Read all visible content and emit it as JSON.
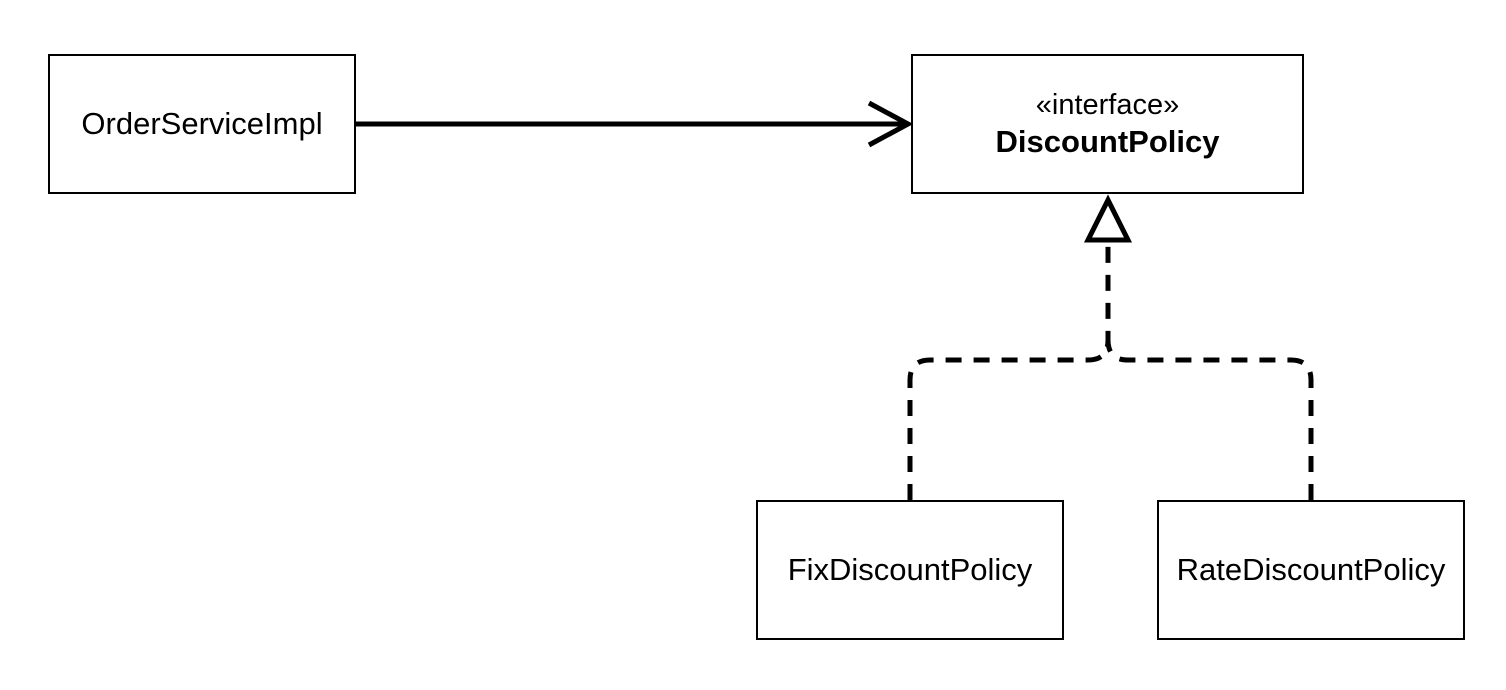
{
  "classes": {
    "order_service_impl": {
      "name": "OrderServiceImpl"
    },
    "discount_policy": {
      "stereotype": "«interface»",
      "name": "DiscountPolicy"
    },
    "fix_discount_policy": {
      "name": "FixDiscountPolicy"
    },
    "rate_discount_policy": {
      "name": "RateDiscountPolicy"
    }
  },
  "relations": [
    {
      "from": "OrderServiceImpl",
      "to": "DiscountPolicy",
      "kind": "dependency"
    },
    {
      "from": "FixDiscountPolicy",
      "to": "DiscountPolicy",
      "kind": "realization"
    },
    {
      "from": "RateDiscountPolicy",
      "to": "DiscountPolicy",
      "kind": "realization"
    }
  ],
  "colors": {
    "stroke": "#000000",
    "fill": "#ffffff"
  }
}
